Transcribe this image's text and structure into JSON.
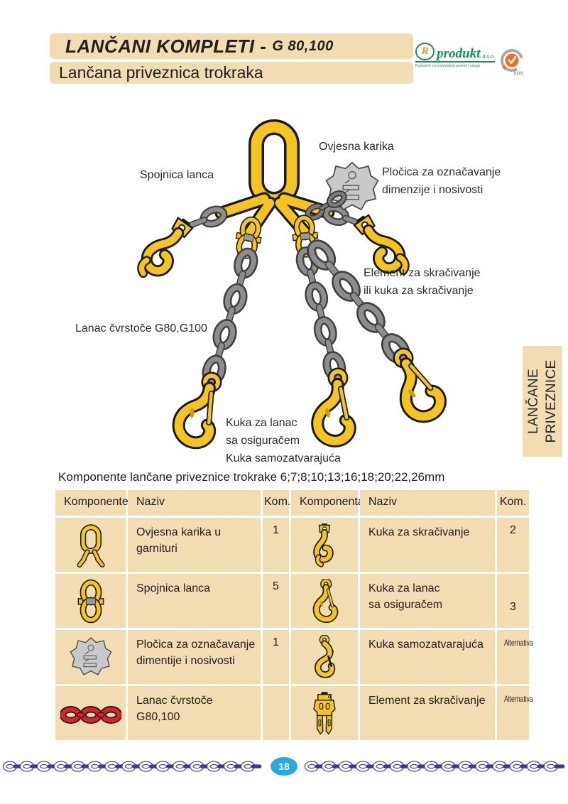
{
  "page": {
    "number": "18"
  },
  "header": {
    "title_main": "LANČANI KOMPLETI -",
    "title_accent": "G 80,100",
    "subtitle": "Lančana priveznica trokraka",
    "logo": {
      "r_letter": "R",
      "name": "produkt",
      "suffix": "d.o.o.",
      "tagline": "Poduzeće za proizvodnju promet i usluge",
      "cert": "SGS"
    }
  },
  "side_tab": {
    "line1": "LANČANE",
    "line2": "PRIVEZNICE"
  },
  "diagram": {
    "labels": {
      "ovjesna_karika": "Ovjesna karika",
      "spojnica_lanca": "Spojnica lanca",
      "plocica": "Pločica za označavanje\ndimenzije i nosivosti",
      "element": "Element za skračivanje\nili kuka za skračivanje",
      "lanac": "Lanac čvrstoče G80,G100",
      "kuka": "Kuka za lanac\nsa osiguračem\nKuka samozatvarajuća"
    }
  },
  "table": {
    "caption": "Komponente lančane priveznice trokrake 6;7;8;10;13;16;18;20;22,26mm",
    "headers": {
      "komponente": "Komponente",
      "naziv_left": "Naziv",
      "kom_left": "Kom.",
      "komponenta": "Komponenta",
      "naziv_right": "Naziv",
      "kom_right": "Kom."
    },
    "rows": [
      {
        "left": {
          "naziv": "Ovjesna karika u garnituri",
          "kom": "1"
        },
        "right": {
          "naziv": "Kuka za skračivanje",
          "kom": "2"
        }
      },
      {
        "left": {
          "naziv": "Spojnica lanca",
          "kom": "5"
        },
        "right": {
          "naziv": "Kuka za lanac\nsa osiguračem",
          "kom": "3"
        }
      },
      {
        "left": {
          "naziv": "Pločica za označavanje\ndimentije i nosivosti",
          "kom": "1"
        },
        "right": {
          "naziv": "Kuka samozatvarajuća",
          "kom": "Alternativa"
        }
      },
      {
        "left": {
          "naziv": "Lanac čvrstoče G80,100",
          "kom": ""
        },
        "right": {
          "naziv": "Element za skračivanje",
          "kom": "Alternativa"
        }
      }
    ]
  },
  "colors": {
    "beige": "#f2dcb2",
    "yellow": "#f6c41f",
    "chain_gray": "#8d8d8d",
    "footer_blue": "#3b389c",
    "badge_cyan": "#29a9e1",
    "red_chain": "#dd2127",
    "logo_green": "#1a9247"
  }
}
